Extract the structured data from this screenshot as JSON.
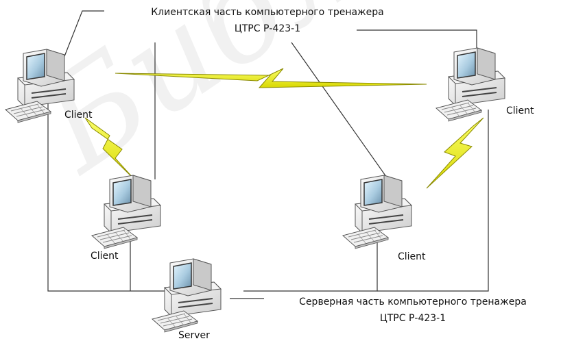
{
  "watermark": "Библ",
  "labels": {
    "client_top_left": "Client",
    "client_top_right": "Client",
    "client_mid_left": "Client",
    "client_mid_right": "Client",
    "server": "Server"
  },
  "captions": {
    "client_part": [
      "Клиентская часть  компьютерного тренажера",
      "ЦТРС Р-423-1"
    ],
    "server_part": [
      "Серверная часть компьютерного тренажера",
      "ЦТРС Р-423-1"
    ]
  },
  "colors": {
    "lightning_fill": "#f2f200",
    "lightning_stroke": "#8a8a00",
    "line": "#333333"
  }
}
